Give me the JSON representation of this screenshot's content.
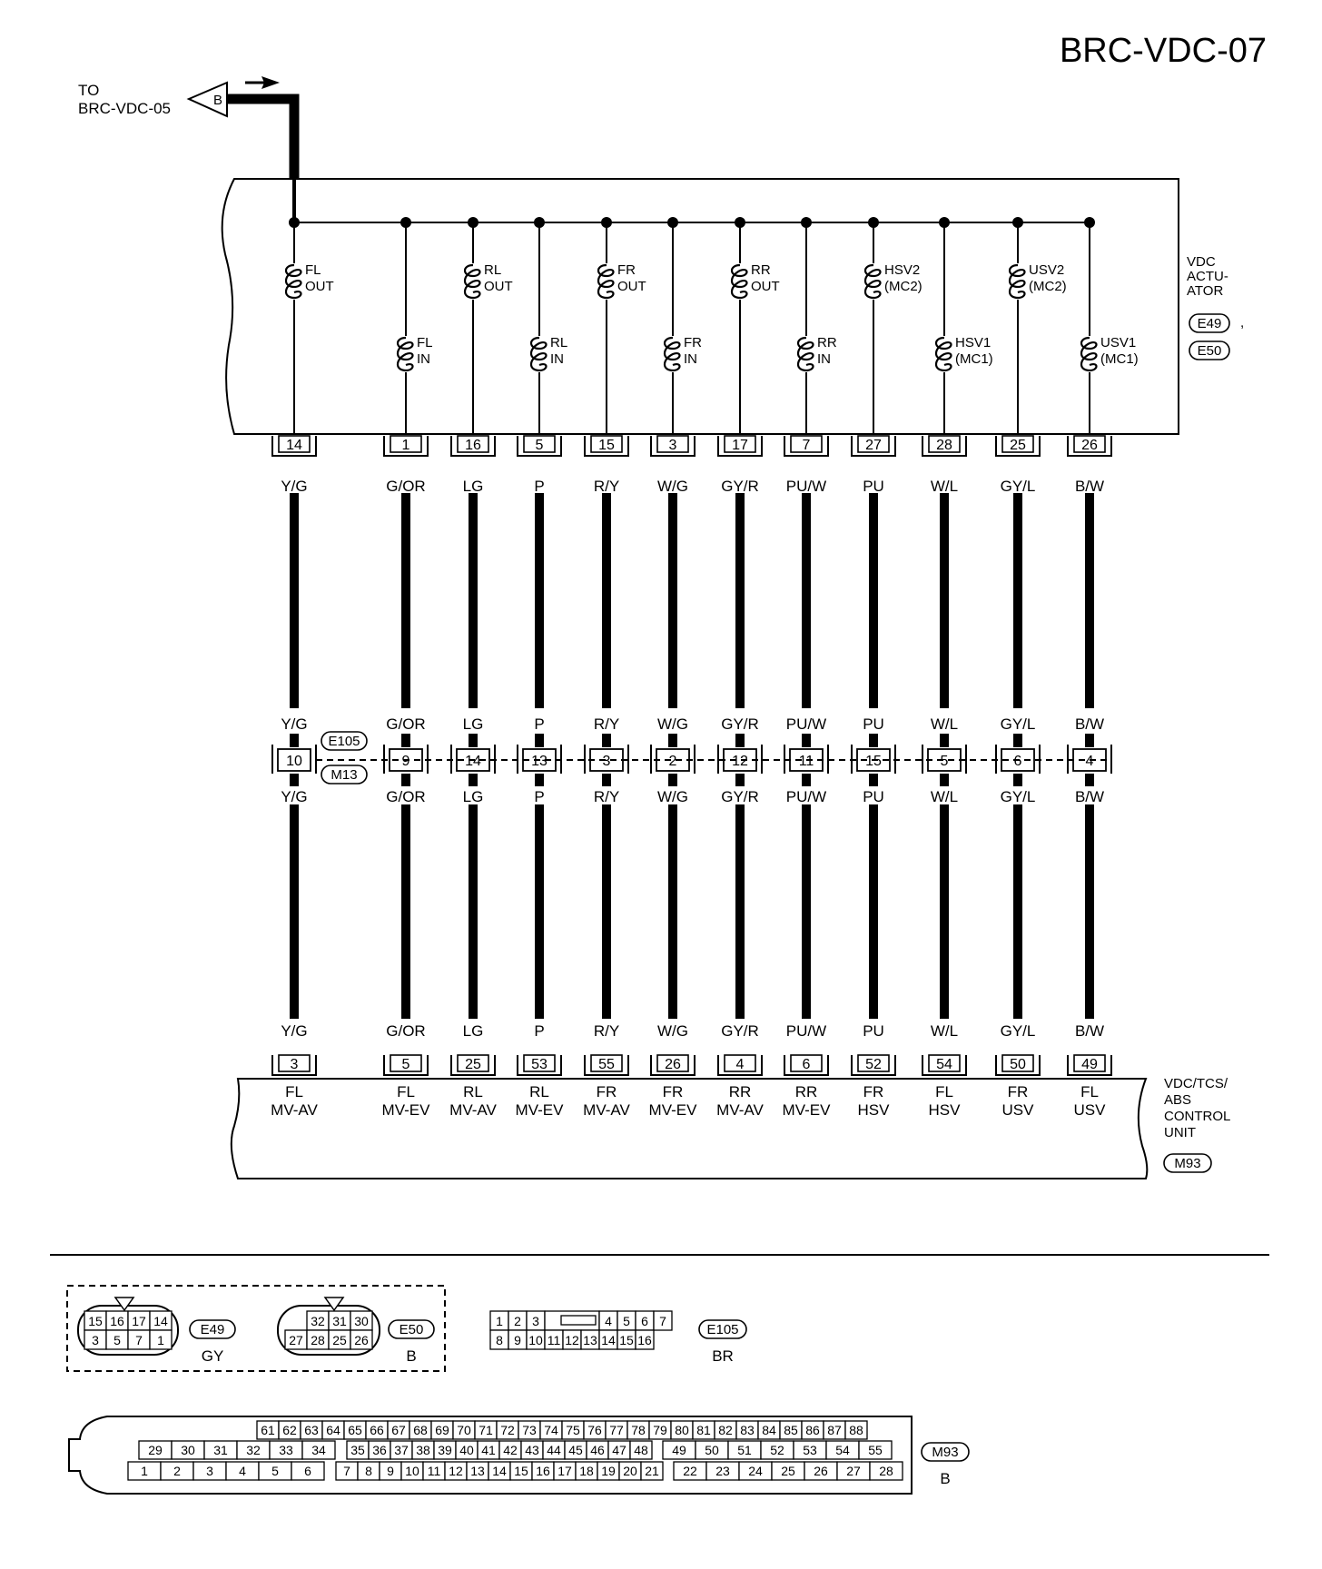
{
  "title": "BRC-VDC-07",
  "to_reference": {
    "line1": "TO",
    "line2": "BRC-VDC-05",
    "flag": "B"
  },
  "actuator": {
    "name_lines": [
      "VDC",
      "ACTU-",
      "ATOR"
    ],
    "connectors": [
      "E49",
      "E50"
    ],
    "separator": ","
  },
  "control_unit": {
    "name_lines": [
      "VDC/TCS/",
      "ABS",
      "CONTROL",
      "UNIT"
    ],
    "connector": "M93"
  },
  "joint_connectors": [
    "E105",
    "M13"
  ],
  "wires": [
    {
      "solenoid": [
        "FL",
        "OUT"
      ],
      "actuator_pin": "14",
      "color": "Y/G",
      "joint_pin": "10",
      "ecu_pin": "3",
      "ecu_label": [
        "FL",
        "MV-AV"
      ]
    },
    {
      "solenoid": [
        "FL",
        "IN"
      ],
      "actuator_pin": "1",
      "color": "G/OR",
      "joint_pin": "9",
      "ecu_pin": "5",
      "ecu_label": [
        "FL",
        "MV-EV"
      ]
    },
    {
      "solenoid": [
        "RL",
        "OUT"
      ],
      "actuator_pin": "16",
      "color": "LG",
      "joint_pin": "14",
      "ecu_pin": "25",
      "ecu_label": [
        "RL",
        "MV-AV"
      ]
    },
    {
      "solenoid": [
        "RL",
        "IN"
      ],
      "actuator_pin": "5",
      "color": "P",
      "joint_pin": "13",
      "ecu_pin": "53",
      "ecu_label": [
        "RL",
        "MV-EV"
      ]
    },
    {
      "solenoid": [
        "FR",
        "OUT"
      ],
      "actuator_pin": "15",
      "color": "R/Y",
      "joint_pin": "3",
      "ecu_pin": "55",
      "ecu_label": [
        "FR",
        "MV-AV"
      ]
    },
    {
      "solenoid": [
        "FR",
        "IN"
      ],
      "actuator_pin": "3",
      "color": "W/G",
      "joint_pin": "2",
      "ecu_pin": "26",
      "ecu_label": [
        "FR",
        "MV-EV"
      ]
    },
    {
      "solenoid": [
        "RR",
        "OUT"
      ],
      "actuator_pin": "17",
      "color": "GY/R",
      "joint_pin": "12",
      "ecu_pin": "4",
      "ecu_label": [
        "RR",
        "MV-AV"
      ]
    },
    {
      "solenoid": [
        "RR",
        "IN"
      ],
      "actuator_pin": "7",
      "color": "PU/W",
      "joint_pin": "11",
      "ecu_pin": "6",
      "ecu_label": [
        "RR",
        "MV-EV"
      ]
    },
    {
      "solenoid": [
        "HSV2",
        "(MC2)"
      ],
      "actuator_pin": "27",
      "color": "PU",
      "joint_pin": "15",
      "ecu_pin": "52",
      "ecu_label": [
        "FR",
        "HSV"
      ]
    },
    {
      "solenoid": [
        "HSV1",
        "(MC1)"
      ],
      "actuator_pin": "28",
      "color": "W/L",
      "joint_pin": "5",
      "ecu_pin": "54",
      "ecu_label": [
        "FL",
        "HSV"
      ]
    },
    {
      "solenoid": [
        "USV2",
        "(MC2)"
      ],
      "actuator_pin": "25",
      "color": "GY/L",
      "joint_pin": "6",
      "ecu_pin": "50",
      "ecu_label": [
        "FR",
        "USV"
      ]
    },
    {
      "solenoid": [
        "USV1",
        "(MC1)"
      ],
      "actuator_pin": "26",
      "color": "B/W",
      "joint_pin": "4",
      "ecu_pin": "49",
      "ecu_label": [
        "FL",
        "USV"
      ]
    }
  ],
  "connector_faces": {
    "e49": {
      "id": "E49",
      "color": "GY",
      "top": [
        "15",
        "16",
        "17",
        "14"
      ],
      "bottom": [
        "3",
        "5",
        "7",
        "1"
      ]
    },
    "e50": {
      "id": "E50",
      "color": "B",
      "top": [
        "32",
        "31",
        "30"
      ],
      "bottom": [
        "27",
        "28",
        "25",
        "26"
      ]
    },
    "e105": {
      "id": "E105",
      "color": "BR",
      "top_left": [
        "1",
        "2",
        "3"
      ],
      "top_right": [
        "4",
        "5",
        "6",
        "7"
      ],
      "bottom": [
        "8",
        "9",
        "10",
        "11",
        "12",
        "13",
        "14",
        "15",
        "16"
      ]
    },
    "m93": {
      "id": "M93",
      "color": "B",
      "row1": [
        "61",
        "62",
        "63",
        "64",
        "65",
        "66",
        "67",
        "68",
        "69",
        "70",
        "71",
        "72",
        "73",
        "74",
        "75",
        "76",
        "77",
        "78",
        "79",
        "80",
        "81",
        "82",
        "83",
        "84",
        "85",
        "86",
        "87",
        "88"
      ],
      "row2a": [
        "29",
        "30",
        "31",
        "32",
        "33",
        "34"
      ],
      "row2b": [
        "35",
        "36",
        "37",
        "38",
        "39",
        "40",
        "41",
        "42",
        "43",
        "44",
        "45",
        "46",
        "47",
        "48"
      ],
      "row2c": [
        "49",
        "50",
        "51",
        "52",
        "53",
        "54",
        "55"
      ],
      "row3a": [
        "1",
        "2",
        "3",
        "4",
        "5",
        "6"
      ],
      "row3b": [
        "7",
        "8",
        "9",
        "10",
        "11",
        "12",
        "13",
        "14",
        "15",
        "16",
        "17",
        "18",
        "19",
        "20",
        "21"
      ],
      "row3c": [
        "22",
        "23",
        "24",
        "25",
        "26",
        "27",
        "28"
      ]
    }
  }
}
